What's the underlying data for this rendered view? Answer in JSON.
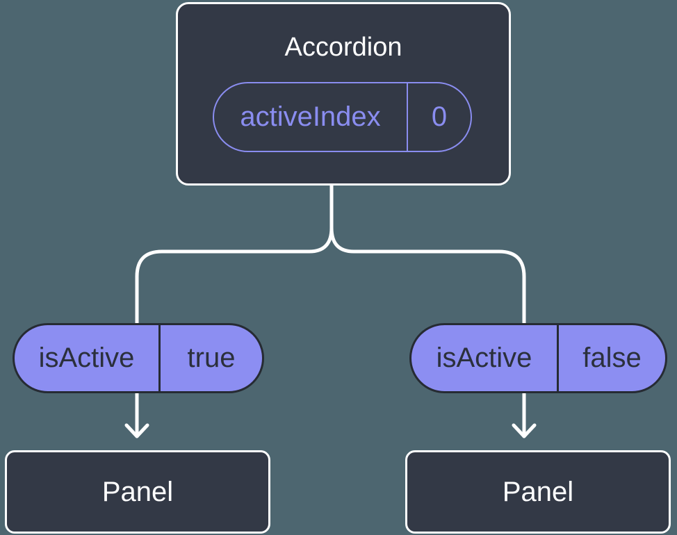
{
  "colors": {
    "background": "#4D6670",
    "card": "#333946",
    "card-border": "#FFFFFF",
    "card-ink": "#FFFFFF",
    "accent": "#8A8DF0",
    "pill-fill": "#8C8EF2",
    "pill-border": "#262B33",
    "pill-ink": "#2B303C",
    "connector": "#FFFFFF"
  },
  "tree": {
    "root": {
      "label": "Accordion",
      "prop": {
        "name": "activeIndex",
        "value": "0"
      }
    },
    "children": [
      {
        "prop": {
          "name": "isActive",
          "value": "true"
        },
        "child": {
          "label": "Panel"
        }
      },
      {
        "prop": {
          "name": "isActive",
          "value": "false"
        },
        "child": {
          "label": "Panel"
        }
      }
    ]
  }
}
